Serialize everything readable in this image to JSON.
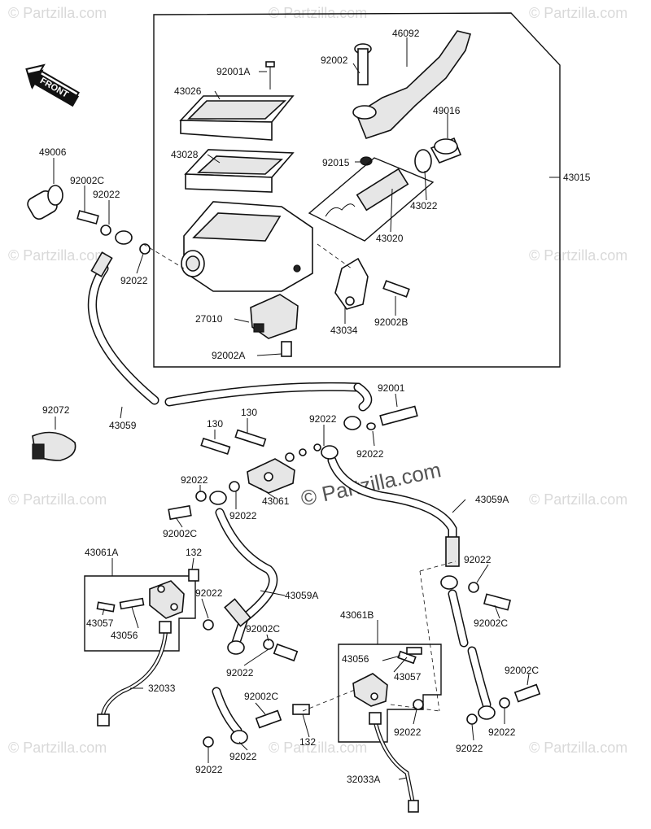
{
  "front_label": "FRONT",
  "watermark": "© Partzilla.com",
  "small_watermark": "© Partzilla.com",
  "labels": {
    "p46092": "46092",
    "p92002": "92002",
    "p92001A": "92001A",
    "p43026": "43026",
    "p43028": "43028",
    "p49016": "49016",
    "p92015": "92015",
    "p43022": "43022",
    "p43015": "43015",
    "p43020": "43020",
    "p43034": "43034",
    "p92002B": "92002B",
    "p27010": "27010",
    "p92002A": "92002A",
    "p49006": "49006",
    "p92002C_a": "92002C",
    "p92022_a": "92022",
    "p92022_b": "92022",
    "p92072": "92072",
    "p43059": "43059",
    "p130_a": "130",
    "p130_b": "130",
    "p92022_c": "92022",
    "p92001": "92001",
    "p92022_d": "92022",
    "p92022_e": "92022",
    "p92022_f": "92022",
    "p43061": "43061",
    "p92002C_b": "92002C",
    "p43059A_a": "43059A",
    "p43061A": "43061A",
    "p132_a": "132",
    "p92022_g": "92022",
    "p43059A_b": "43059A",
    "p43057_a": "43057",
    "p43056_a": "43056",
    "p92002C_c": "92002C",
    "p92022_h": "92022",
    "p92022_i": "92022",
    "p92002C_d": "92002C",
    "p43061B": "43061B",
    "p43056_b": "43056",
    "p43057_b": "43057",
    "p32033": "32033",
    "p92002C_e": "92002C",
    "p92022_j": "92022",
    "p92002C_f": "92002C",
    "p132_b": "132",
    "p92022_k": "92022",
    "p92022_l": "92022",
    "p92022_m": "92022",
    "p92022_n": "92022",
    "p32033A": "32033A"
  }
}
